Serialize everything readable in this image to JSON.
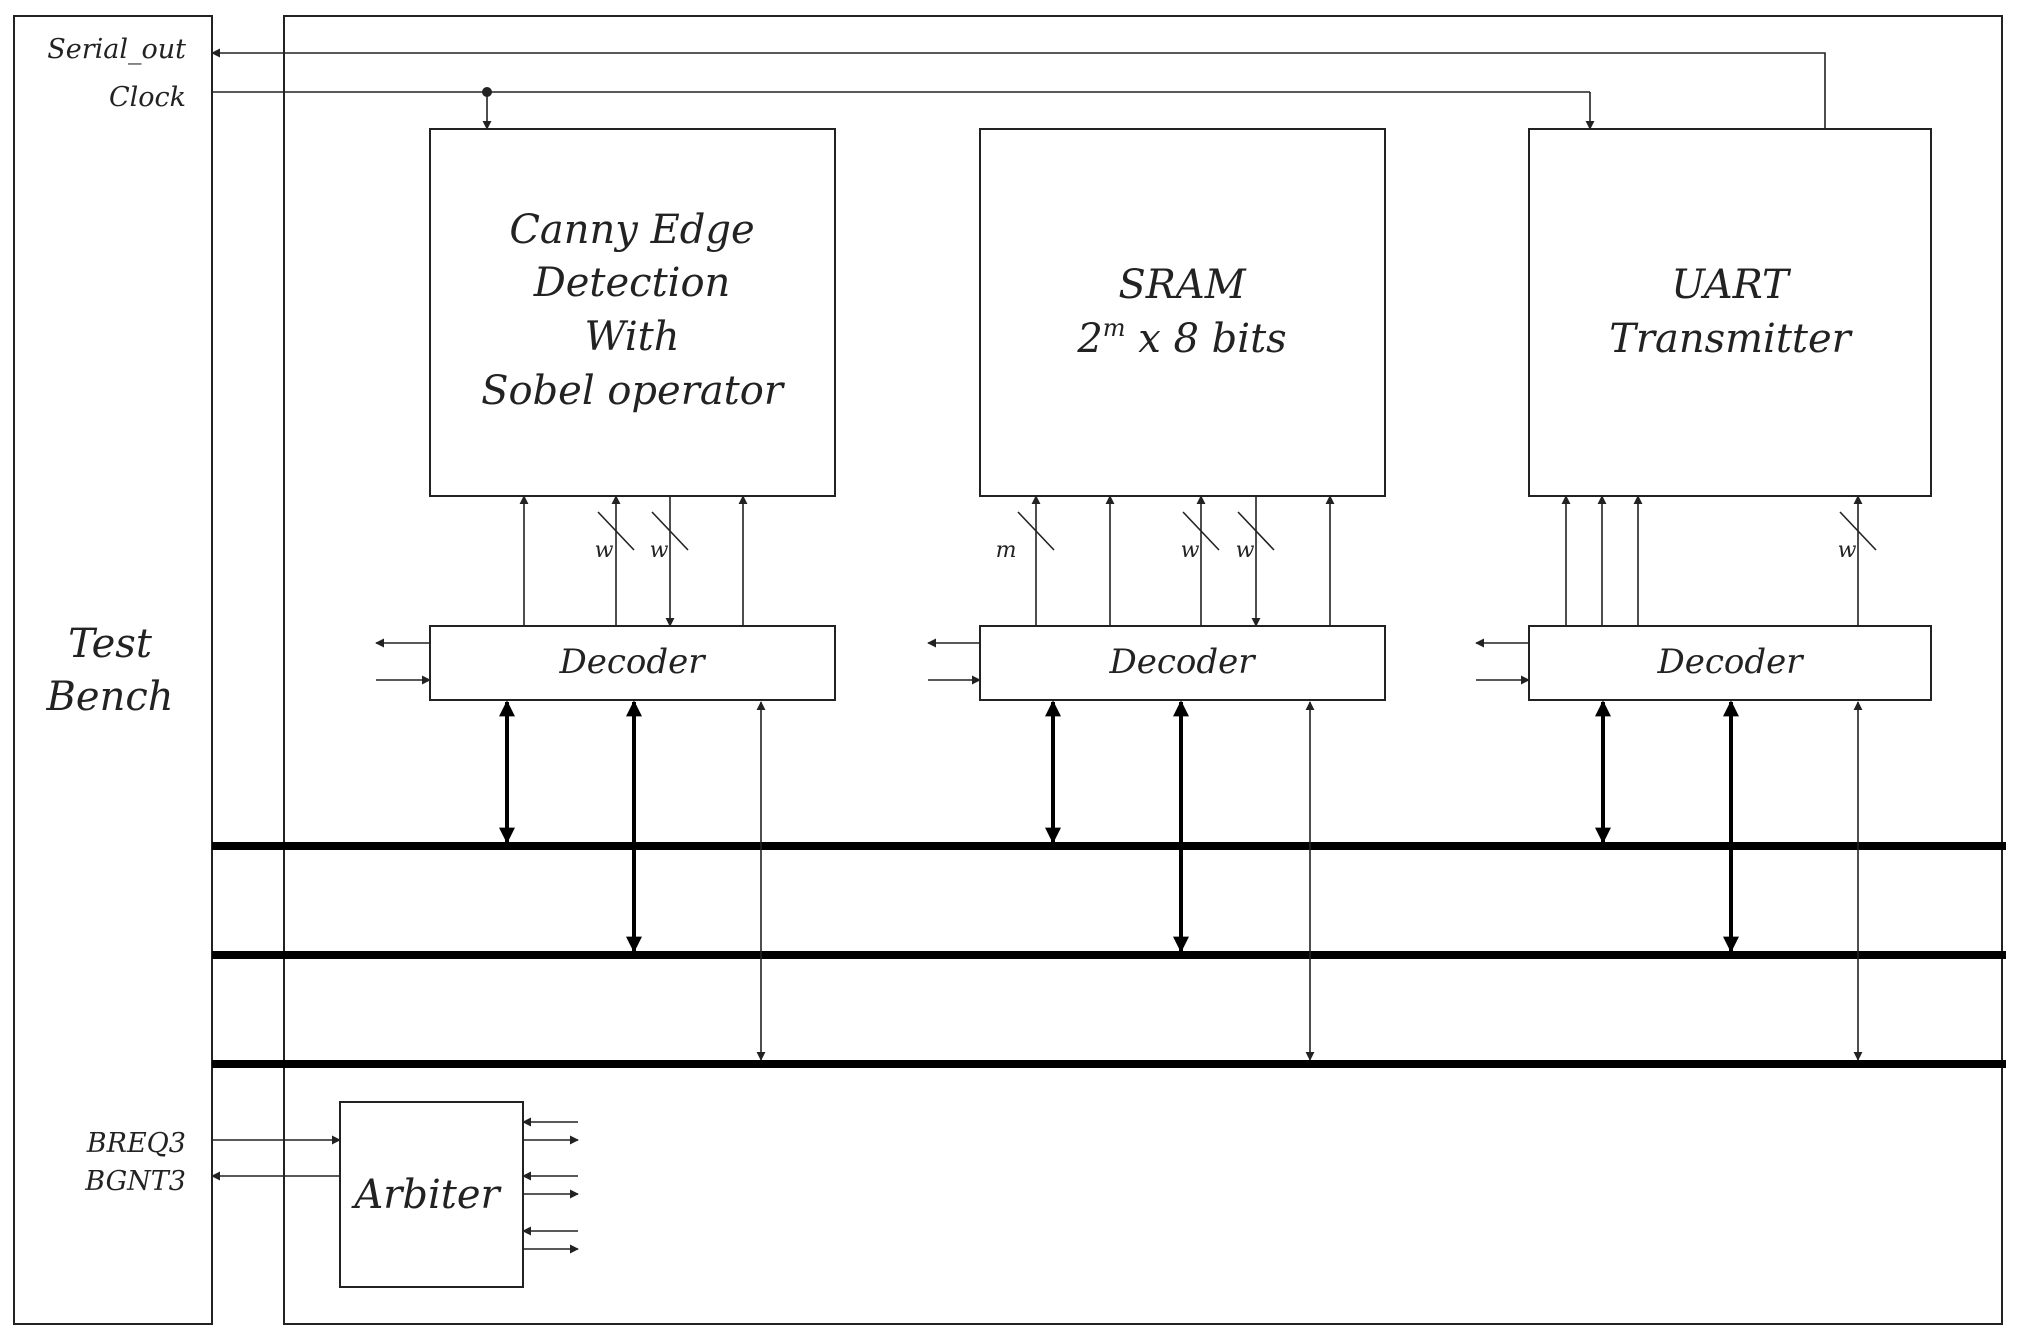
{
  "test_bench": {
    "line1": "Test",
    "line2": "Bench"
  },
  "signals": {
    "serial_out": "Serial_out",
    "clock": "Clock",
    "breq3": "BREQ3",
    "bgnt3": "BGNT3"
  },
  "blocks": {
    "canny": {
      "lines": [
        "Canny Edge",
        "Detection",
        "With",
        "Sobel operator"
      ]
    },
    "sram": {
      "line1": "SRAM",
      "line2_base": "2",
      "line2_sup": "m",
      "line2_rest": " x 8 bits"
    },
    "uart": {
      "lines": [
        "UART",
        "Transmitter"
      ]
    }
  },
  "decoders": [
    "Decoder",
    "Decoder",
    "Decoder"
  ],
  "arbiter": {
    "label": "Arbiter"
  },
  "bus_width_labels": {
    "canny": [
      "w",
      "w"
    ],
    "sram": [
      "m",
      "w",
      "w"
    ],
    "uart": [
      "w"
    ]
  }
}
